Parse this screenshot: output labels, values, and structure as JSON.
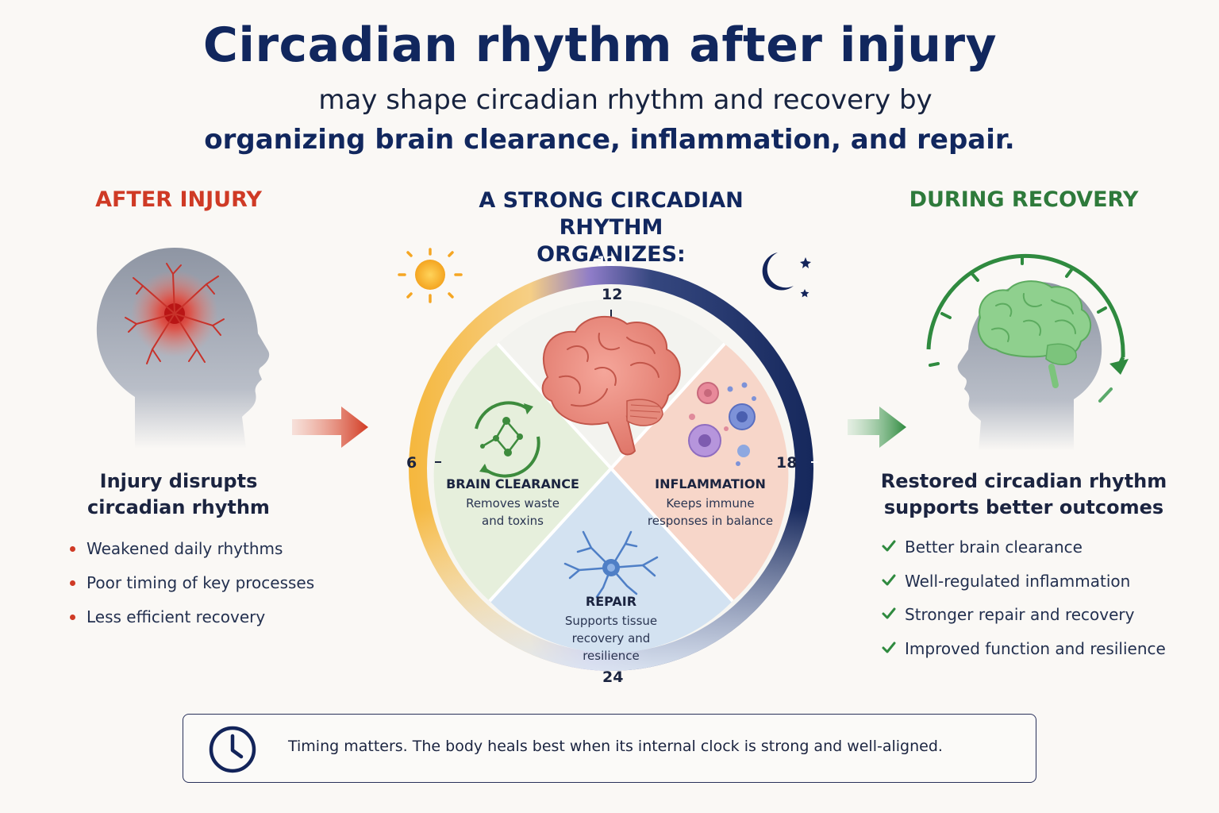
{
  "title": "Circadian rhythm after injury",
  "subtitle_line1": "may shape circadian rhythm and recovery by",
  "subtitle_line2": "organizing brain clearance, inflammation, and repair.",
  "left": {
    "heading": "AFTER INJURY",
    "caption_line1": "Injury disrupts",
    "caption_line2": "circadian rhythm",
    "items": [
      "Weakened daily rhythms",
      "Poor timing of key processes",
      "Less efficient recovery"
    ],
    "accent": "#cf3a25"
  },
  "middle": {
    "heading_line1": "A STRONG CIRCADIAN RHYTHM",
    "heading_line2": "ORGANIZES:",
    "hour_top_outer": "12",
    "hour_top": "12",
    "hour_left": "6",
    "hour_right": "18",
    "hour_bottom": "24",
    "segments": {
      "clearance": {
        "title": "BRAIN CLEARANCE",
        "desc_line1": "Removes waste",
        "desc_line2": "and toxins",
        "color": "#e6efdc"
      },
      "inflammation": {
        "title": "INFLAMMATION",
        "desc_line1": "Keeps immune",
        "desc_line2": "responses in balance",
        "color": "#f7d6c9"
      },
      "repair": {
        "title": "REPAIR",
        "desc_line1": "Supports tissue",
        "desc_line2": "recovery and",
        "desc_line3": "resilience",
        "color": "#d3e2f1"
      }
    },
    "icons": [
      "sun-icon",
      "moon-icon",
      "brain-icon",
      "clearance-network-icon",
      "immune-cells-icon",
      "neuron-icon"
    ]
  },
  "right": {
    "heading": "DURING RECOVERY",
    "caption_line1": "Restored circadian rhythm",
    "caption_line2": "supports better outcomes",
    "items": [
      "Better brain clearance",
      "Well-regulated inflammation",
      "Stronger repair and recovery",
      "Improved function and resilience"
    ],
    "accent": "#2e7a3b"
  },
  "footer": {
    "text": "Timing matters. The body heals best when its internal clock is strong and well-aligned.",
    "icon": "clock-icon"
  }
}
